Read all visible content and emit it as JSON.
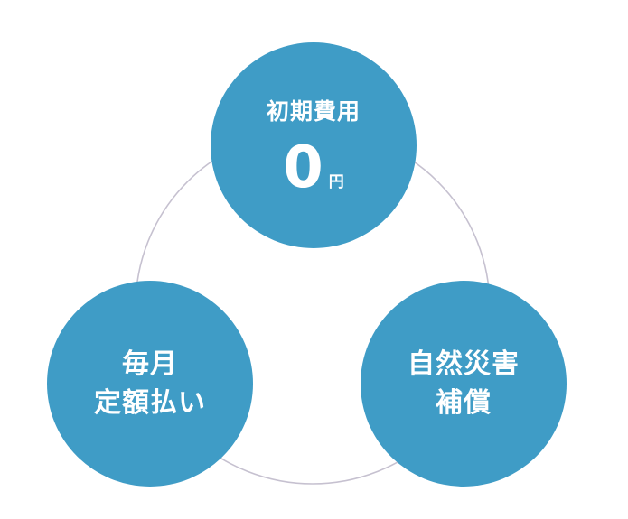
{
  "colors": {
    "circle_fill": "#3f9cc6",
    "ring_stroke": "#c6c1d0",
    "background": "#ffffff",
    "text": "#ffffff"
  },
  "features": [
    {
      "id": "initial-cost",
      "title": "初期費用",
      "value": "0",
      "unit": "円"
    },
    {
      "id": "monthly-fixed",
      "lines": [
        "毎月",
        "定額払い"
      ]
    },
    {
      "id": "disaster-compensation",
      "lines": [
        "自然災害",
        "補償"
      ]
    }
  ]
}
